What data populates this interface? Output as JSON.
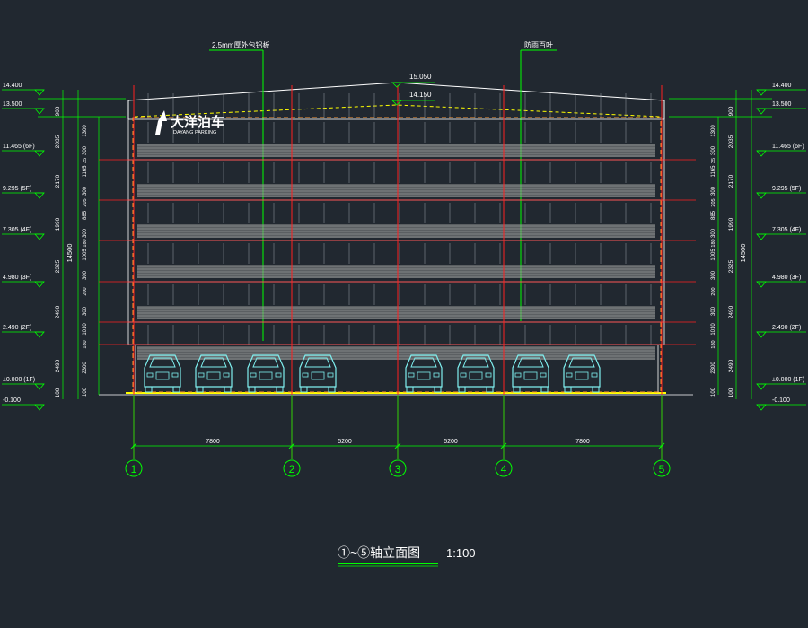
{
  "drawing": {
    "title": "①~⑤轴立面图",
    "scale": "1:100",
    "callouts": {
      "cladding": "2.5mm厚外包铝板",
      "louver": "防雨百叶"
    },
    "logo": {
      "cn": "大洋泊车",
      "en": "DAYANG PARKING"
    },
    "ridge": {
      "upper": "15.050",
      "lower": "14.150"
    },
    "elevations_left": [
      "14.400",
      "13.500",
      "11.465 (6F)",
      "9.295 (5F)",
      "7.305 (4F)",
      "4.980 (3F)",
      "2.490 (2F)",
      "±0.000 (1F)",
      "-0.100"
    ],
    "elevations_right": [
      "14.400",
      "13.500",
      "11.465 (6F)",
      "9.295 (5F)",
      "7.305 (4F)",
      "4.980 (3F)",
      "2.490 (2F)",
      "±0.000 (1F)",
      "-0.100"
    ],
    "story_dims": [
      "900",
      "2035",
      "2170",
      "1990",
      "2325",
      "2490",
      "2490",
      "100"
    ],
    "detail_dims": [
      "1300",
      "300",
      "1165",
      "300",
      "885",
      "300",
      "1005",
      "300",
      "1010",
      "300",
      "2300",
      "100"
    ],
    "small_dims": [
      "35",
      "205",
      "180",
      "200",
      "180"
    ],
    "total_height": "14500",
    "bay_dims": [
      "7800",
      "5200",
      "5200",
      "7800"
    ],
    "axes": [
      "1",
      "2",
      "3",
      "4",
      "5"
    ]
  },
  "colors": {
    "background": "#212830",
    "dimension": "#00ff00",
    "axis_line": "#ff2020",
    "building": "#ffffff",
    "roof_dash": "#ffff00",
    "vehicle": "#7ff0f0",
    "louver": "#8c8c8c",
    "ground": "#ffff00"
  }
}
